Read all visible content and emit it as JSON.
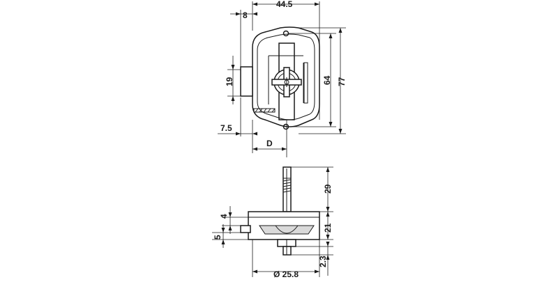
{
  "dimensions": {
    "width_overall": "44.5",
    "offset_top": "8",
    "body_span": "19",
    "offset_bottom": "7.5",
    "depth": "D",
    "hole_spacing": "64",
    "height_overall": "77",
    "pin_length": "29",
    "flange": "4",
    "body_height": "21",
    "tab": "5",
    "pin_bottom": "2.3",
    "diameter": "Ø 25.8"
  }
}
